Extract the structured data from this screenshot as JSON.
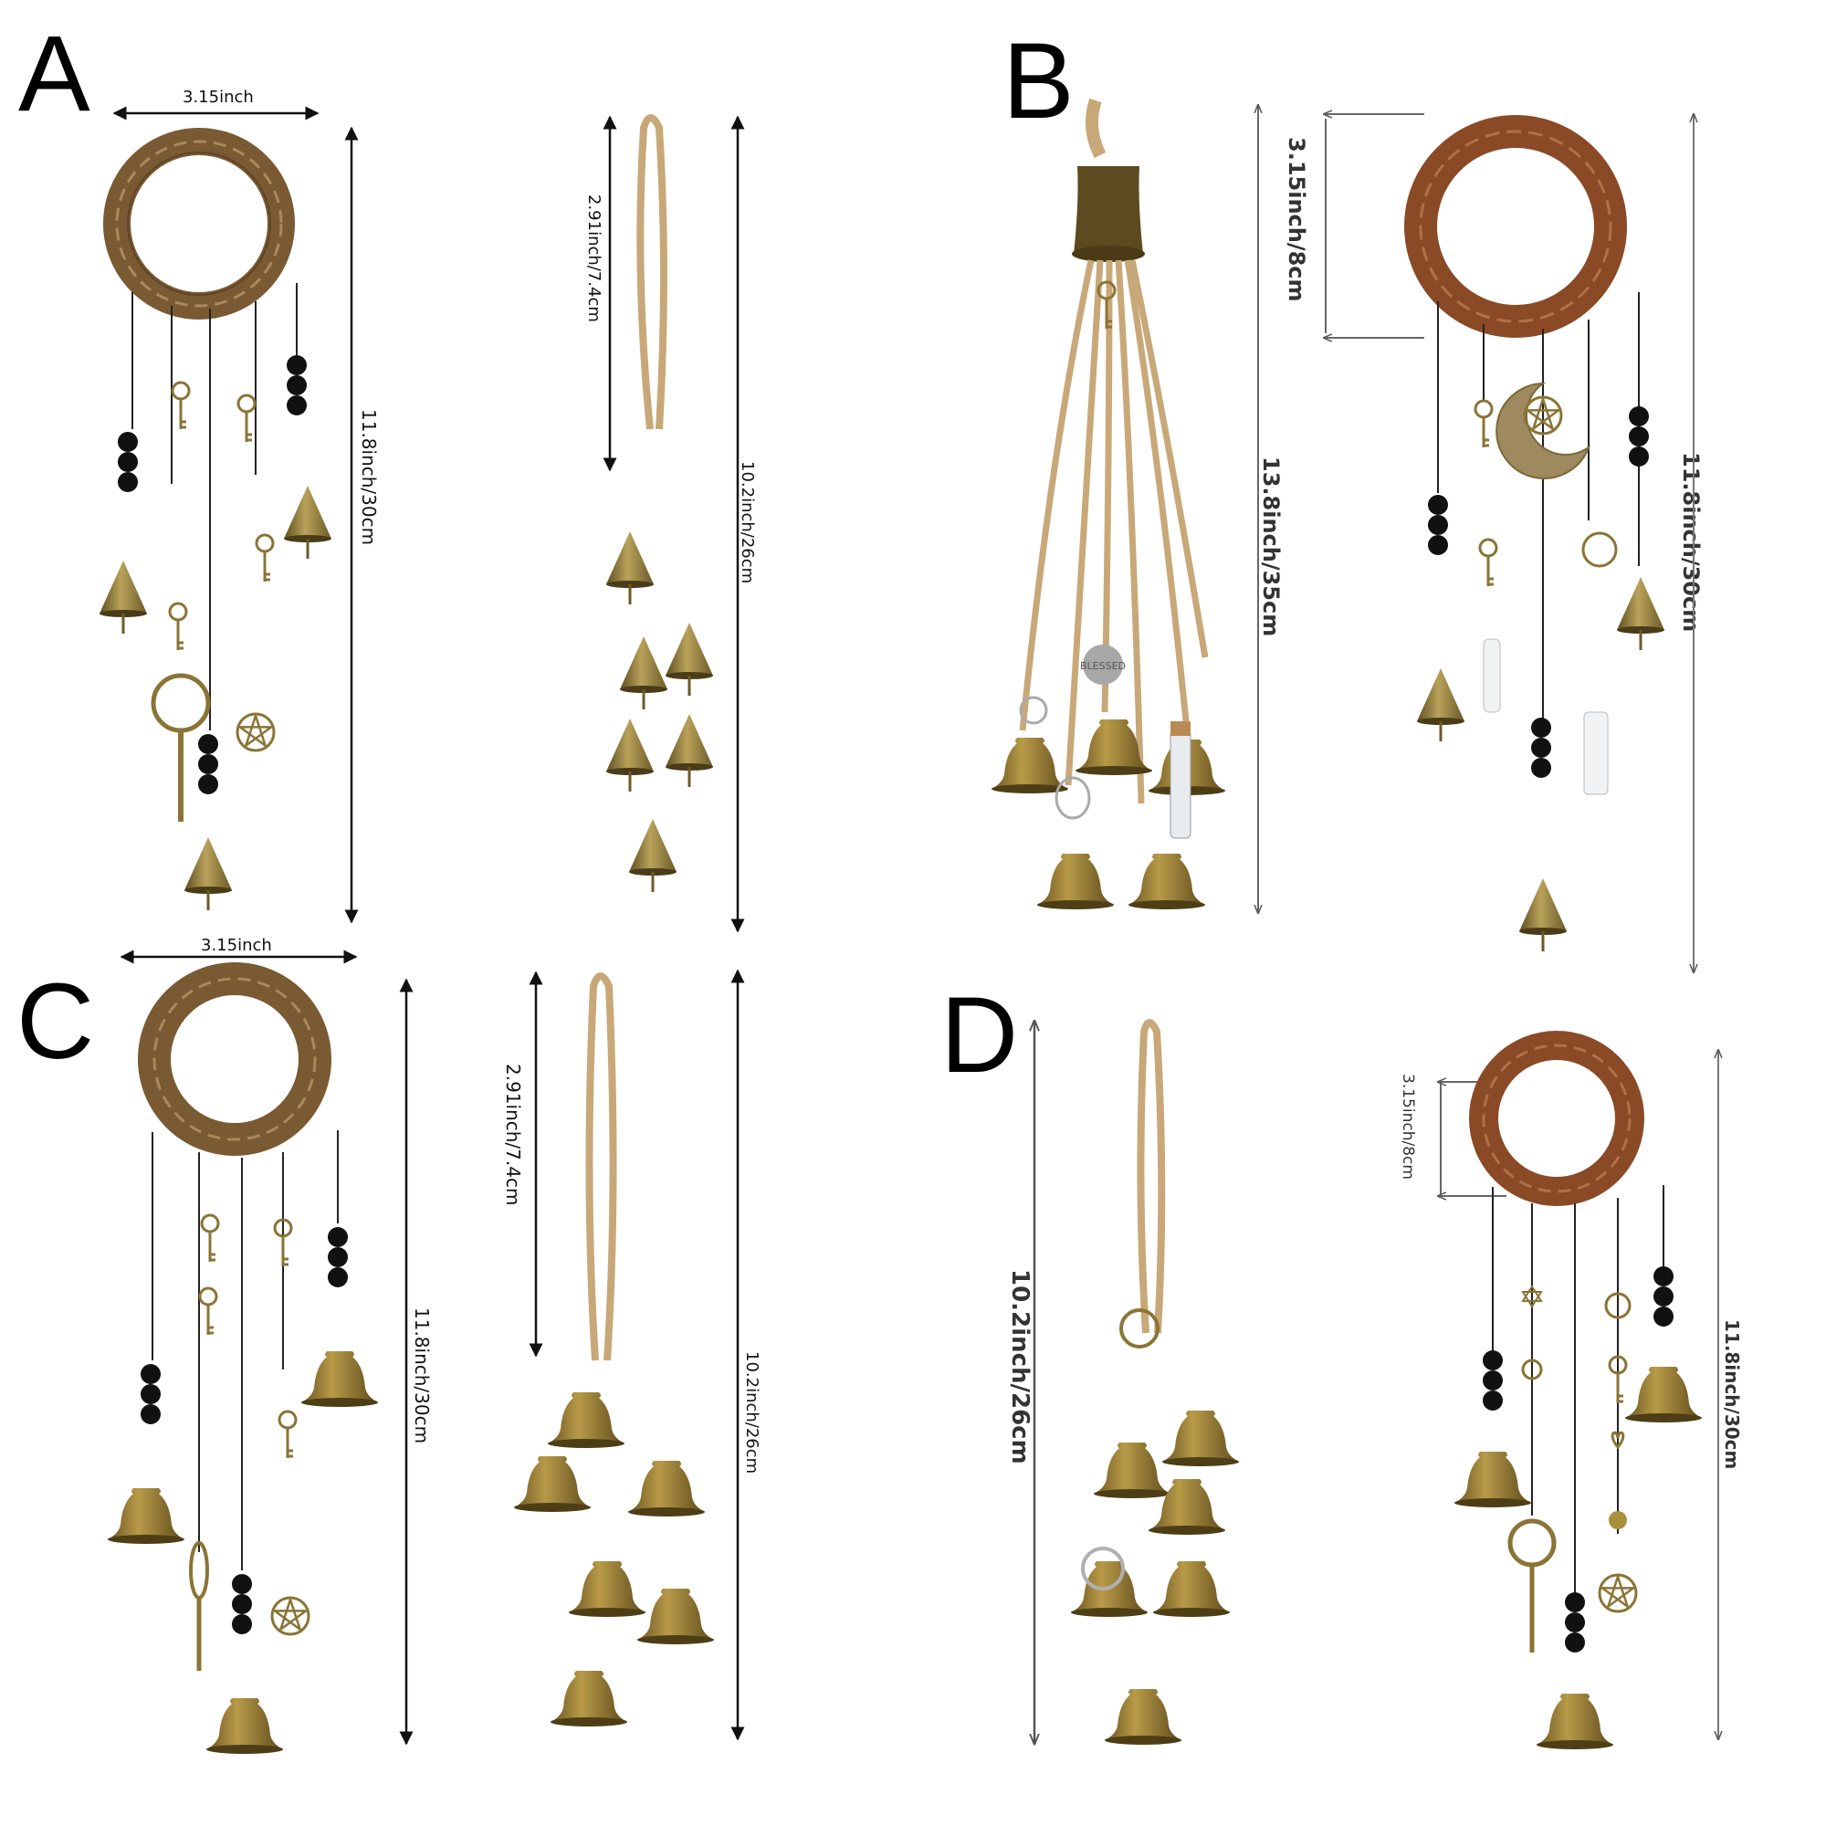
{
  "panels": [
    {
      "label": "A",
      "width_label": "3.15inch",
      "height_label": "11.8inch/30cm",
      "loop_label": "2.91inch/7.4cm",
      "bell_string_label": "10.2inch/26cm",
      "items": [
        "wreath-wind-chime-cone-bells",
        "rope-cone-bell-cluster"
      ]
    },
    {
      "label": "B",
      "height_label": "13.8inch/35cm",
      "wreath_label": "3.15inch/8cm",
      "wreath_height_label": "11.8inch/30cm",
      "tag_text": "BLESSED",
      "items": [
        "rope-bell-cluster-with-charms",
        "wreath-wind-chime-moon-pentagram"
      ]
    },
    {
      "label": "C",
      "width_label": "3.15inch",
      "height_label": "11.8inch/30cm",
      "loop_label": "2.91inch/7.4cm",
      "bell_string_label": "10.2inch/26cm",
      "items": [
        "wreath-wind-chime-round-bells",
        "rope-round-bell-cluster"
      ]
    },
    {
      "label": "D",
      "height_label": "10.2inch/26cm",
      "wreath_label": "3.15inch/8cm",
      "wreath_height_label": "11.8inch/30cm",
      "items": [
        "rope-bell-cluster-triquetra",
        "wreath-wind-chime-sun-tree"
      ]
    }
  ],
  "colors": {
    "brass": "#8f7a3c",
    "brass_dark": "#5e4e22",
    "brass_light": "#b9a25a",
    "twig": "#7a5a32",
    "twig_light": "#a98a5a",
    "twig_red": "#8a4a26",
    "rope": "#c8a878",
    "bead": "#111111"
  }
}
